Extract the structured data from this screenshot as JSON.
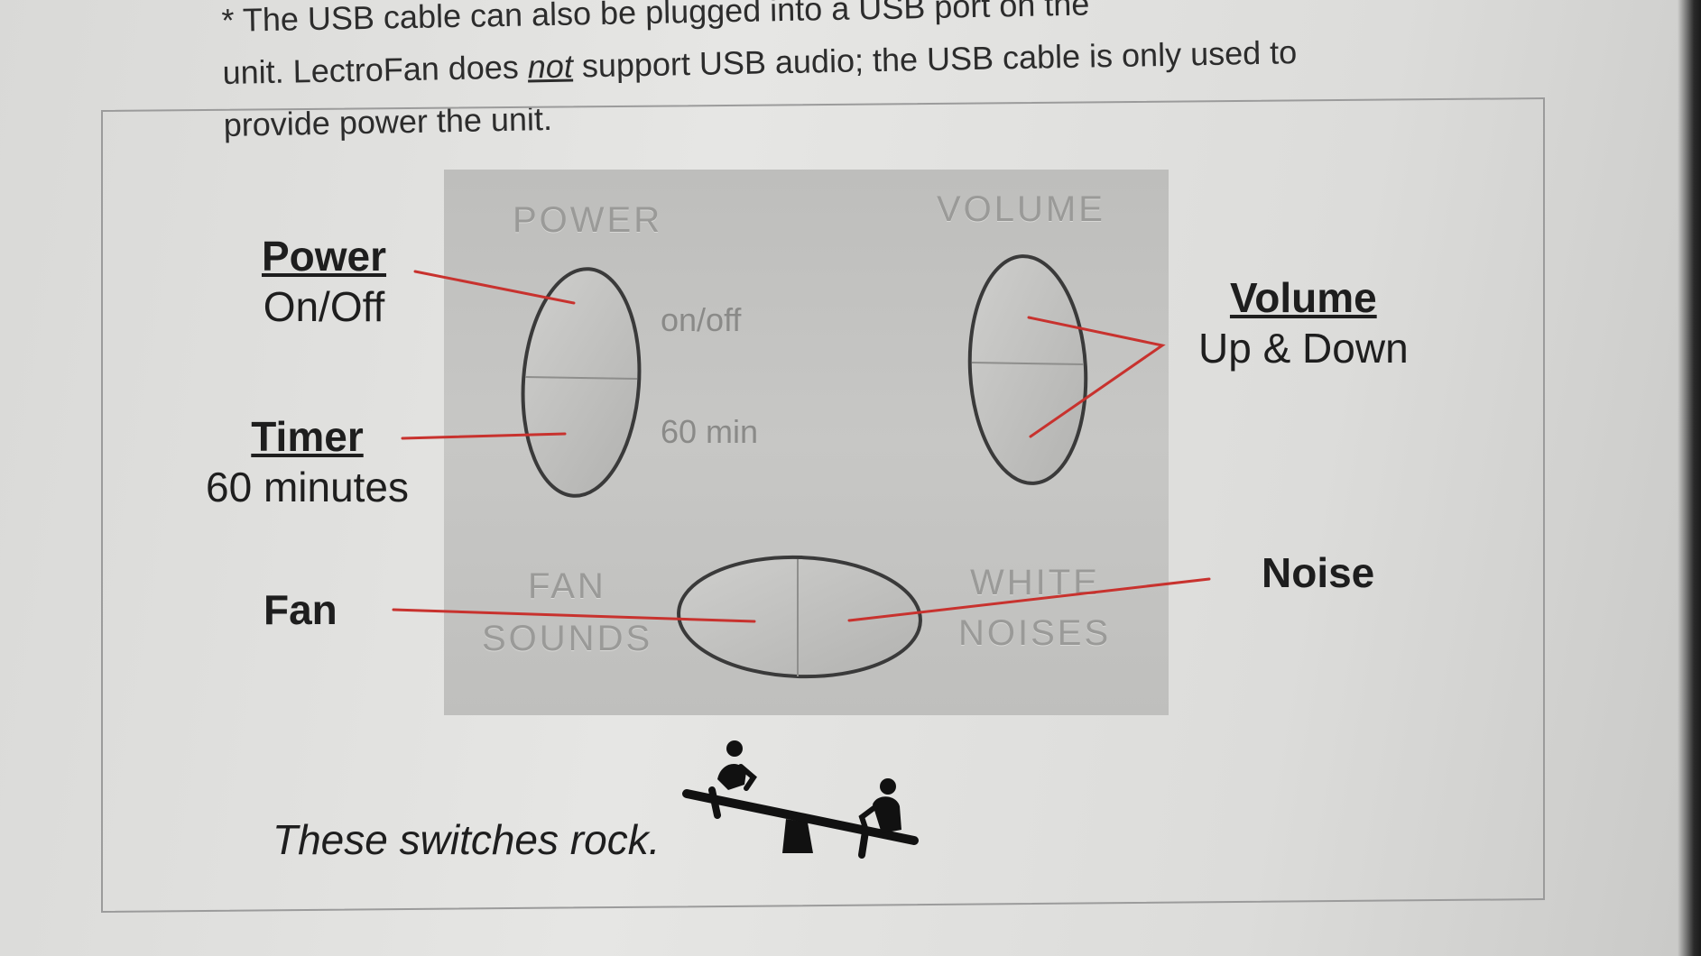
{
  "intro": {
    "line1": "* The USB cable can also be plugged into a USB port on the",
    "line2_before": "unit. LectroFan does ",
    "line2_emphasis": "not",
    "line2_after": " support USB audio; the USB cable is only used to",
    "line3": "provide power the unit."
  },
  "panel": {
    "power_label": "POWER",
    "volume_label": "VOLUME",
    "onoff_label": "on/off",
    "timer_label": "60 min",
    "fan_label_1": "FAN",
    "fan_label_2": "SOUNDS",
    "white_label_1": "WHITE",
    "white_label_2": "NOISES"
  },
  "callouts": {
    "power_title": "Power",
    "power_sub": "On/Off",
    "timer_title": "Timer",
    "timer_sub": "60 minutes",
    "fan_title": "Fan",
    "volume_title": "Volume",
    "volume_sub": "Up & Down",
    "noise_title": "Noise"
  },
  "footer": {
    "tagline": "These switches rock."
  },
  "colors": {
    "leader_line": "#c8322e",
    "panel_bg": "#c2c2c0",
    "panel_text": "#9a9a98"
  },
  "icons": {
    "seesaw": "seesaw-icon"
  }
}
